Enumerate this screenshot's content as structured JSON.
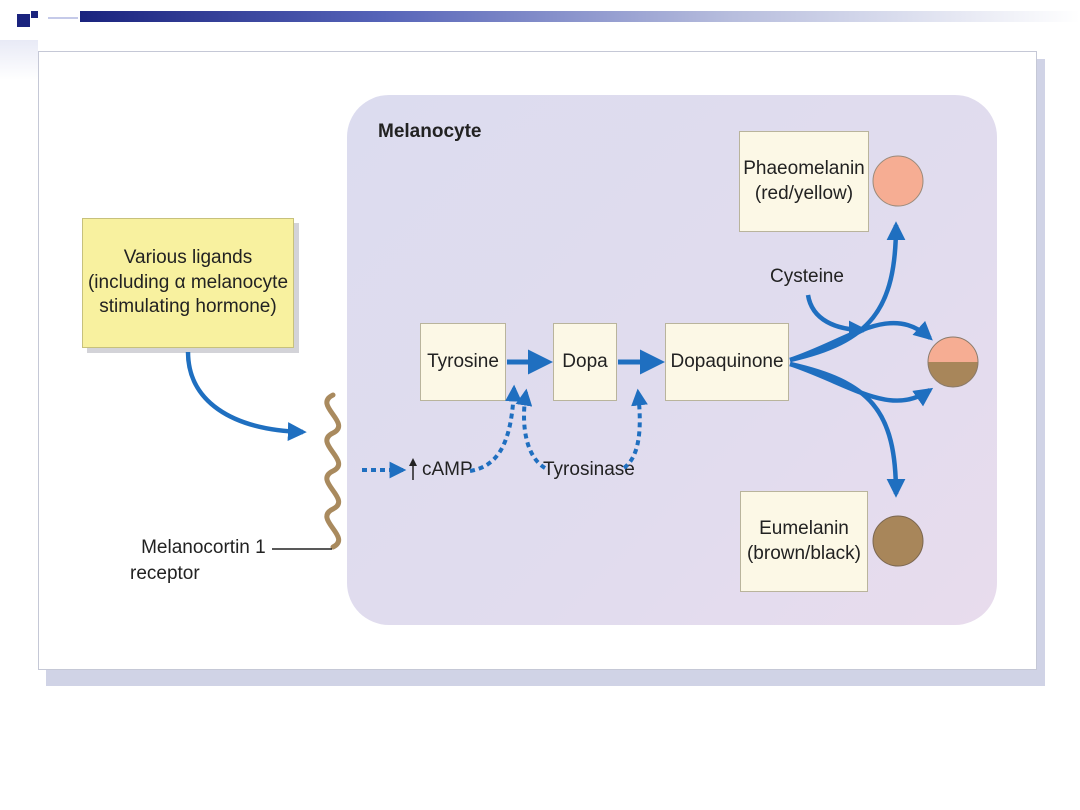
{
  "diagram": {
    "cell_label": "Melanocyte",
    "ligand_box": {
      "line1": "Various ligands",
      "line2": "(including α melanocyte",
      "line3": "stimulating hormone)"
    },
    "receptor_label": {
      "line1": "Melanocortin 1",
      "line2": "receptor"
    },
    "camp_label": "cAMP",
    "enzyme_label": "Tyrosinase",
    "pathway": [
      "Tyrosine",
      "Dopa",
      "Dopaquinone"
    ],
    "cysteine_label": "Cysteine",
    "products": {
      "phaeomelanin": {
        "line1": "Phaeomelanin",
        "line2": "(red/yellow)"
      },
      "eumelanin": {
        "line1": "Eumelanin",
        "line2": "(brown/black)"
      }
    },
    "colors": {
      "arrow_blue": "#1f6fc0",
      "receptor_tan": "#a98a5e",
      "phaeomelanin": "#f6ad93",
      "eumelanin": "#a8865a"
    }
  }
}
